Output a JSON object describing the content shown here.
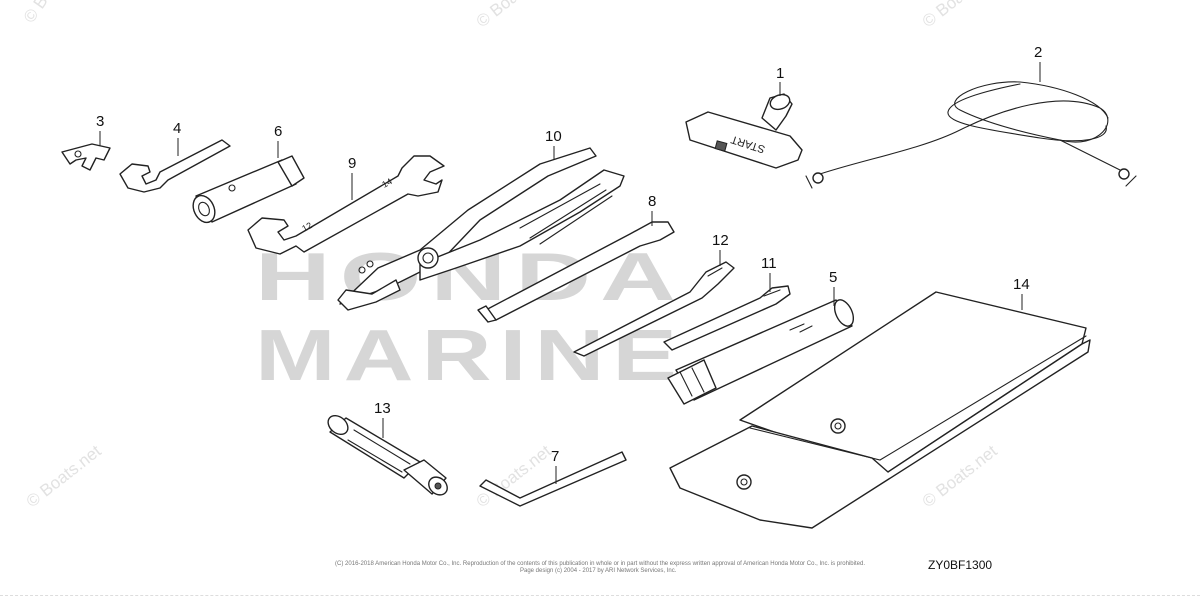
{
  "diagram": {
    "parts": [
      {
        "number": "1",
        "name": "start-grip"
      },
      {
        "number": "2",
        "name": "starter-rope"
      },
      {
        "number": "3",
        "name": "clip"
      },
      {
        "number": "4",
        "name": "open-end-wrench"
      },
      {
        "number": "5",
        "name": "plug-wrench"
      },
      {
        "number": "6",
        "name": "box-wrench"
      },
      {
        "number": "7",
        "name": "hex-key"
      },
      {
        "number": "8",
        "name": "screwdriver-a"
      },
      {
        "number": "9",
        "name": "combination-wrench"
      },
      {
        "number": "10",
        "name": "pliers"
      },
      {
        "number": "11",
        "name": "screwdriver-b"
      },
      {
        "number": "12",
        "name": "screwdriver-c"
      },
      {
        "number": "13",
        "name": "screwdriver-grip"
      },
      {
        "number": "14",
        "name": "tool-bag"
      }
    ],
    "part_text": {
      "start_grip_label": "START",
      "wrench_size_a": "14",
      "wrench_size_b": "12"
    },
    "brand": {
      "line1": "HONDA",
      "line2": "MARINE"
    },
    "watermark": {
      "text": "© Boats.net",
      "corner": "© B"
    },
    "copyright_line1": "(C) 2016-2018 American Honda Motor Co., Inc. Reproduction of the contents of this publication in whole or in part without the express written approval of American Honda Motor Co., Inc. is prohibited.",
    "copyright_line2": "Page design (c) 2004 - 2017 by ARI Network Services, Inc.",
    "figure_code": "ZY0BF1300"
  }
}
